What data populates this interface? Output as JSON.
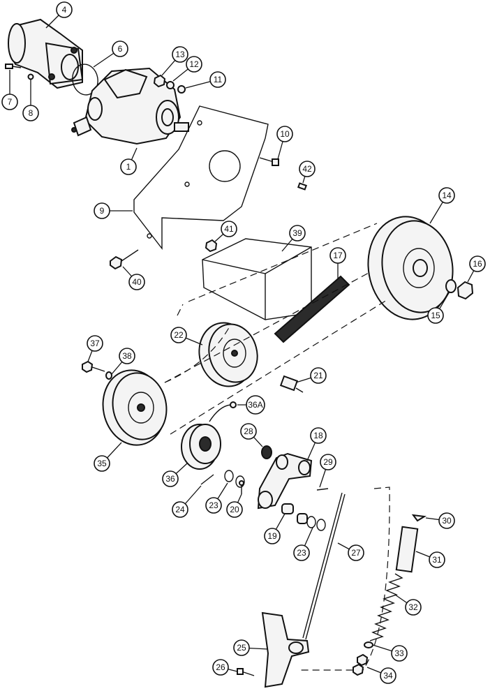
{
  "callouts": [
    {
      "key": "c1",
      "label": "1"
    },
    {
      "key": "c4",
      "label": "4"
    },
    {
      "key": "c6",
      "label": "6"
    },
    {
      "key": "c7",
      "label": "7"
    },
    {
      "key": "c8",
      "label": "8"
    },
    {
      "key": "c9",
      "label": "9"
    },
    {
      "key": "c10",
      "label": "10"
    },
    {
      "key": "c11",
      "label": "11"
    },
    {
      "key": "c12",
      "label": "12"
    },
    {
      "key": "c13",
      "label": "13"
    },
    {
      "key": "c14",
      "label": "14"
    },
    {
      "key": "c15",
      "label": "15"
    },
    {
      "key": "c16",
      "label": "16"
    },
    {
      "key": "c17",
      "label": "17"
    },
    {
      "key": "c18",
      "label": "18"
    },
    {
      "key": "c19",
      "label": "19"
    },
    {
      "key": "c20",
      "label": "20"
    },
    {
      "key": "c21",
      "label": "21"
    },
    {
      "key": "c22",
      "label": "22"
    },
    {
      "key": "c23a",
      "label": "23"
    },
    {
      "key": "c23b",
      "label": "23"
    },
    {
      "key": "c24",
      "label": "24"
    },
    {
      "key": "c25",
      "label": "25"
    },
    {
      "key": "c26",
      "label": "26"
    },
    {
      "key": "c27",
      "label": "27"
    },
    {
      "key": "c28",
      "label": "28"
    },
    {
      "key": "c29",
      "label": "29"
    },
    {
      "key": "c30",
      "label": "30"
    },
    {
      "key": "c31",
      "label": "31"
    },
    {
      "key": "c32",
      "label": "32"
    },
    {
      "key": "c33",
      "label": "33"
    },
    {
      "key": "c34",
      "label": "34"
    },
    {
      "key": "c35",
      "label": "35"
    },
    {
      "key": "c36",
      "label": "36"
    },
    {
      "key": "c36A",
      "label": "36A"
    },
    {
      "key": "c37",
      "label": "37"
    },
    {
      "key": "c38",
      "label": "38"
    },
    {
      "key": "c39",
      "label": "39"
    },
    {
      "key": "c40",
      "label": "40"
    },
    {
      "key": "c41",
      "label": "41"
    },
    {
      "key": "c42",
      "label": "42"
    }
  ]
}
